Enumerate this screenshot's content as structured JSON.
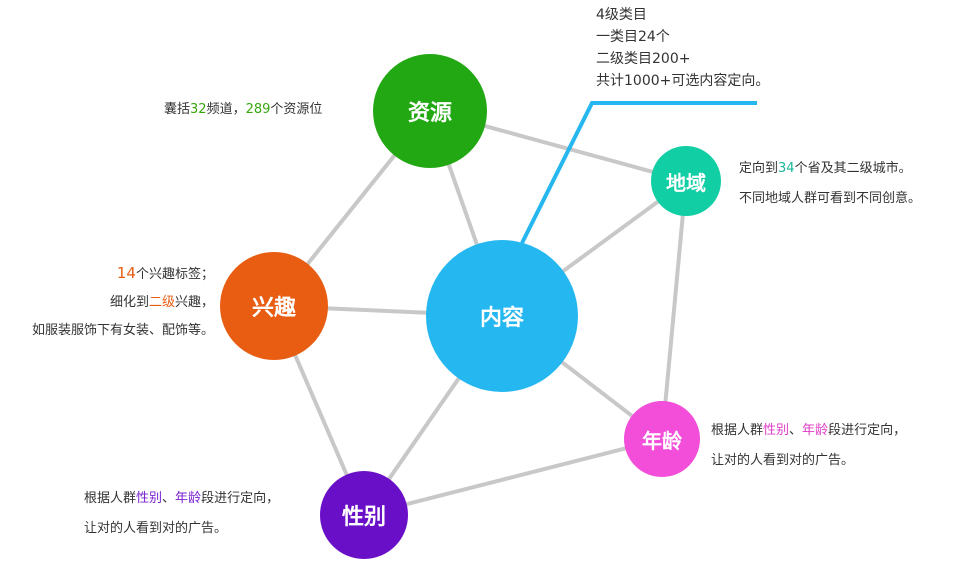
{
  "colors": {
    "link": "#c8c8c8",
    "callout": "#25b7f0",
    "content": "#25b7f0",
    "resource": "#22a812",
    "region": "#12cea5",
    "interest": "#e85d12",
    "gender": "#6a0fc8",
    "age": "#f24ed9"
  },
  "nodes": {
    "content": "内容",
    "resource": "资源",
    "region": "地域",
    "interest": "兴趣",
    "gender": "性别",
    "age": "年龄"
  },
  "descriptions": {
    "content": {
      "line1": "4级类目",
      "line2": "一类目24个",
      "line3": "二级类目200+",
      "line4": "共计1000+可选内容定向。"
    },
    "resource": {
      "t1": "囊括",
      "n1": "32",
      "t2": "频道，",
      "n2": "289",
      "t3": "个资源位"
    },
    "region": {
      "l1_t1": "定向到",
      "l1_n1": "34",
      "l1_t2": "个省及其二级城市。",
      "line2": "不同地域人群可看到不同创意。"
    },
    "interest": {
      "l1_n1": "14",
      "l1_t1": "个兴趣标签；",
      "l2_t1": "细化到",
      "l2_hl": "二级",
      "l2_t2": "兴趣，",
      "line3": "如服装服饰下有女装、配饰等。"
    },
    "gender": {
      "l1_t1": "根据人群",
      "l1_hl1": "性别",
      "l1_t2": "、",
      "l1_hl2": "年龄",
      "l1_t3": "段进行定向，",
      "line2": "让对的人看到对的广告。"
    },
    "age": {
      "l1_t1": "根据人群",
      "l1_hl1": "性别",
      "l1_t2": "、",
      "l1_hl2": "年龄",
      "l1_t3": "段进行定向，",
      "line2": "让对的人看到对的广告。"
    }
  }
}
